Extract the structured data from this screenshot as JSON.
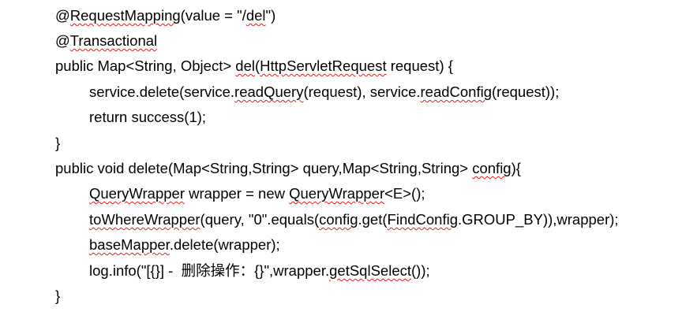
{
  "code": {
    "l1": {
      "a": "@",
      "b": "RequestMapping",
      "c": "(value = \"/",
      "d": "del",
      "e": "\")"
    },
    "l2": {
      "a": "@",
      "b": "Transactional"
    },
    "l3": {
      "a": "public Map<String, Object> ",
      "b": "del",
      "c": "(",
      "d": "HttpServletRequest",
      "e": " request) {"
    },
    "l4": {
      "a": "service.delete(service.",
      "b": "readQuery",
      "c": "(request), service.",
      "d": "readConfig",
      "e": "(request));"
    },
    "l5": {
      "a": "return success(1);"
    },
    "l6": {
      "a": "}"
    },
    "l7": {
      "a": "public void delete(Map<String,String> query,Map<String,String> ",
      "b": "config",
      "c": "){"
    },
    "l8": {
      "a": "QueryWrapper",
      "b": " wrapper = new ",
      "c": "QueryWrapper",
      "d": "<E>();"
    },
    "l9": {
      "a": "toWhereWrapper",
      "b": "(query, \"0\".equals(",
      "c": "config",
      "d": ".get(",
      "e": "FindConfig",
      "f": ".GROUP_BY)),wrapper);"
    },
    "l10": {
      "a": "baseMapper",
      "b": ".delete(wrapper);"
    },
    "l11": {
      "a": "log.info(\"[{}] -  删除操作：{}\",wrapper.",
      "b": "getSqlSelect",
      "c": "());"
    },
    "l12": {
      "a": "}"
    }
  }
}
